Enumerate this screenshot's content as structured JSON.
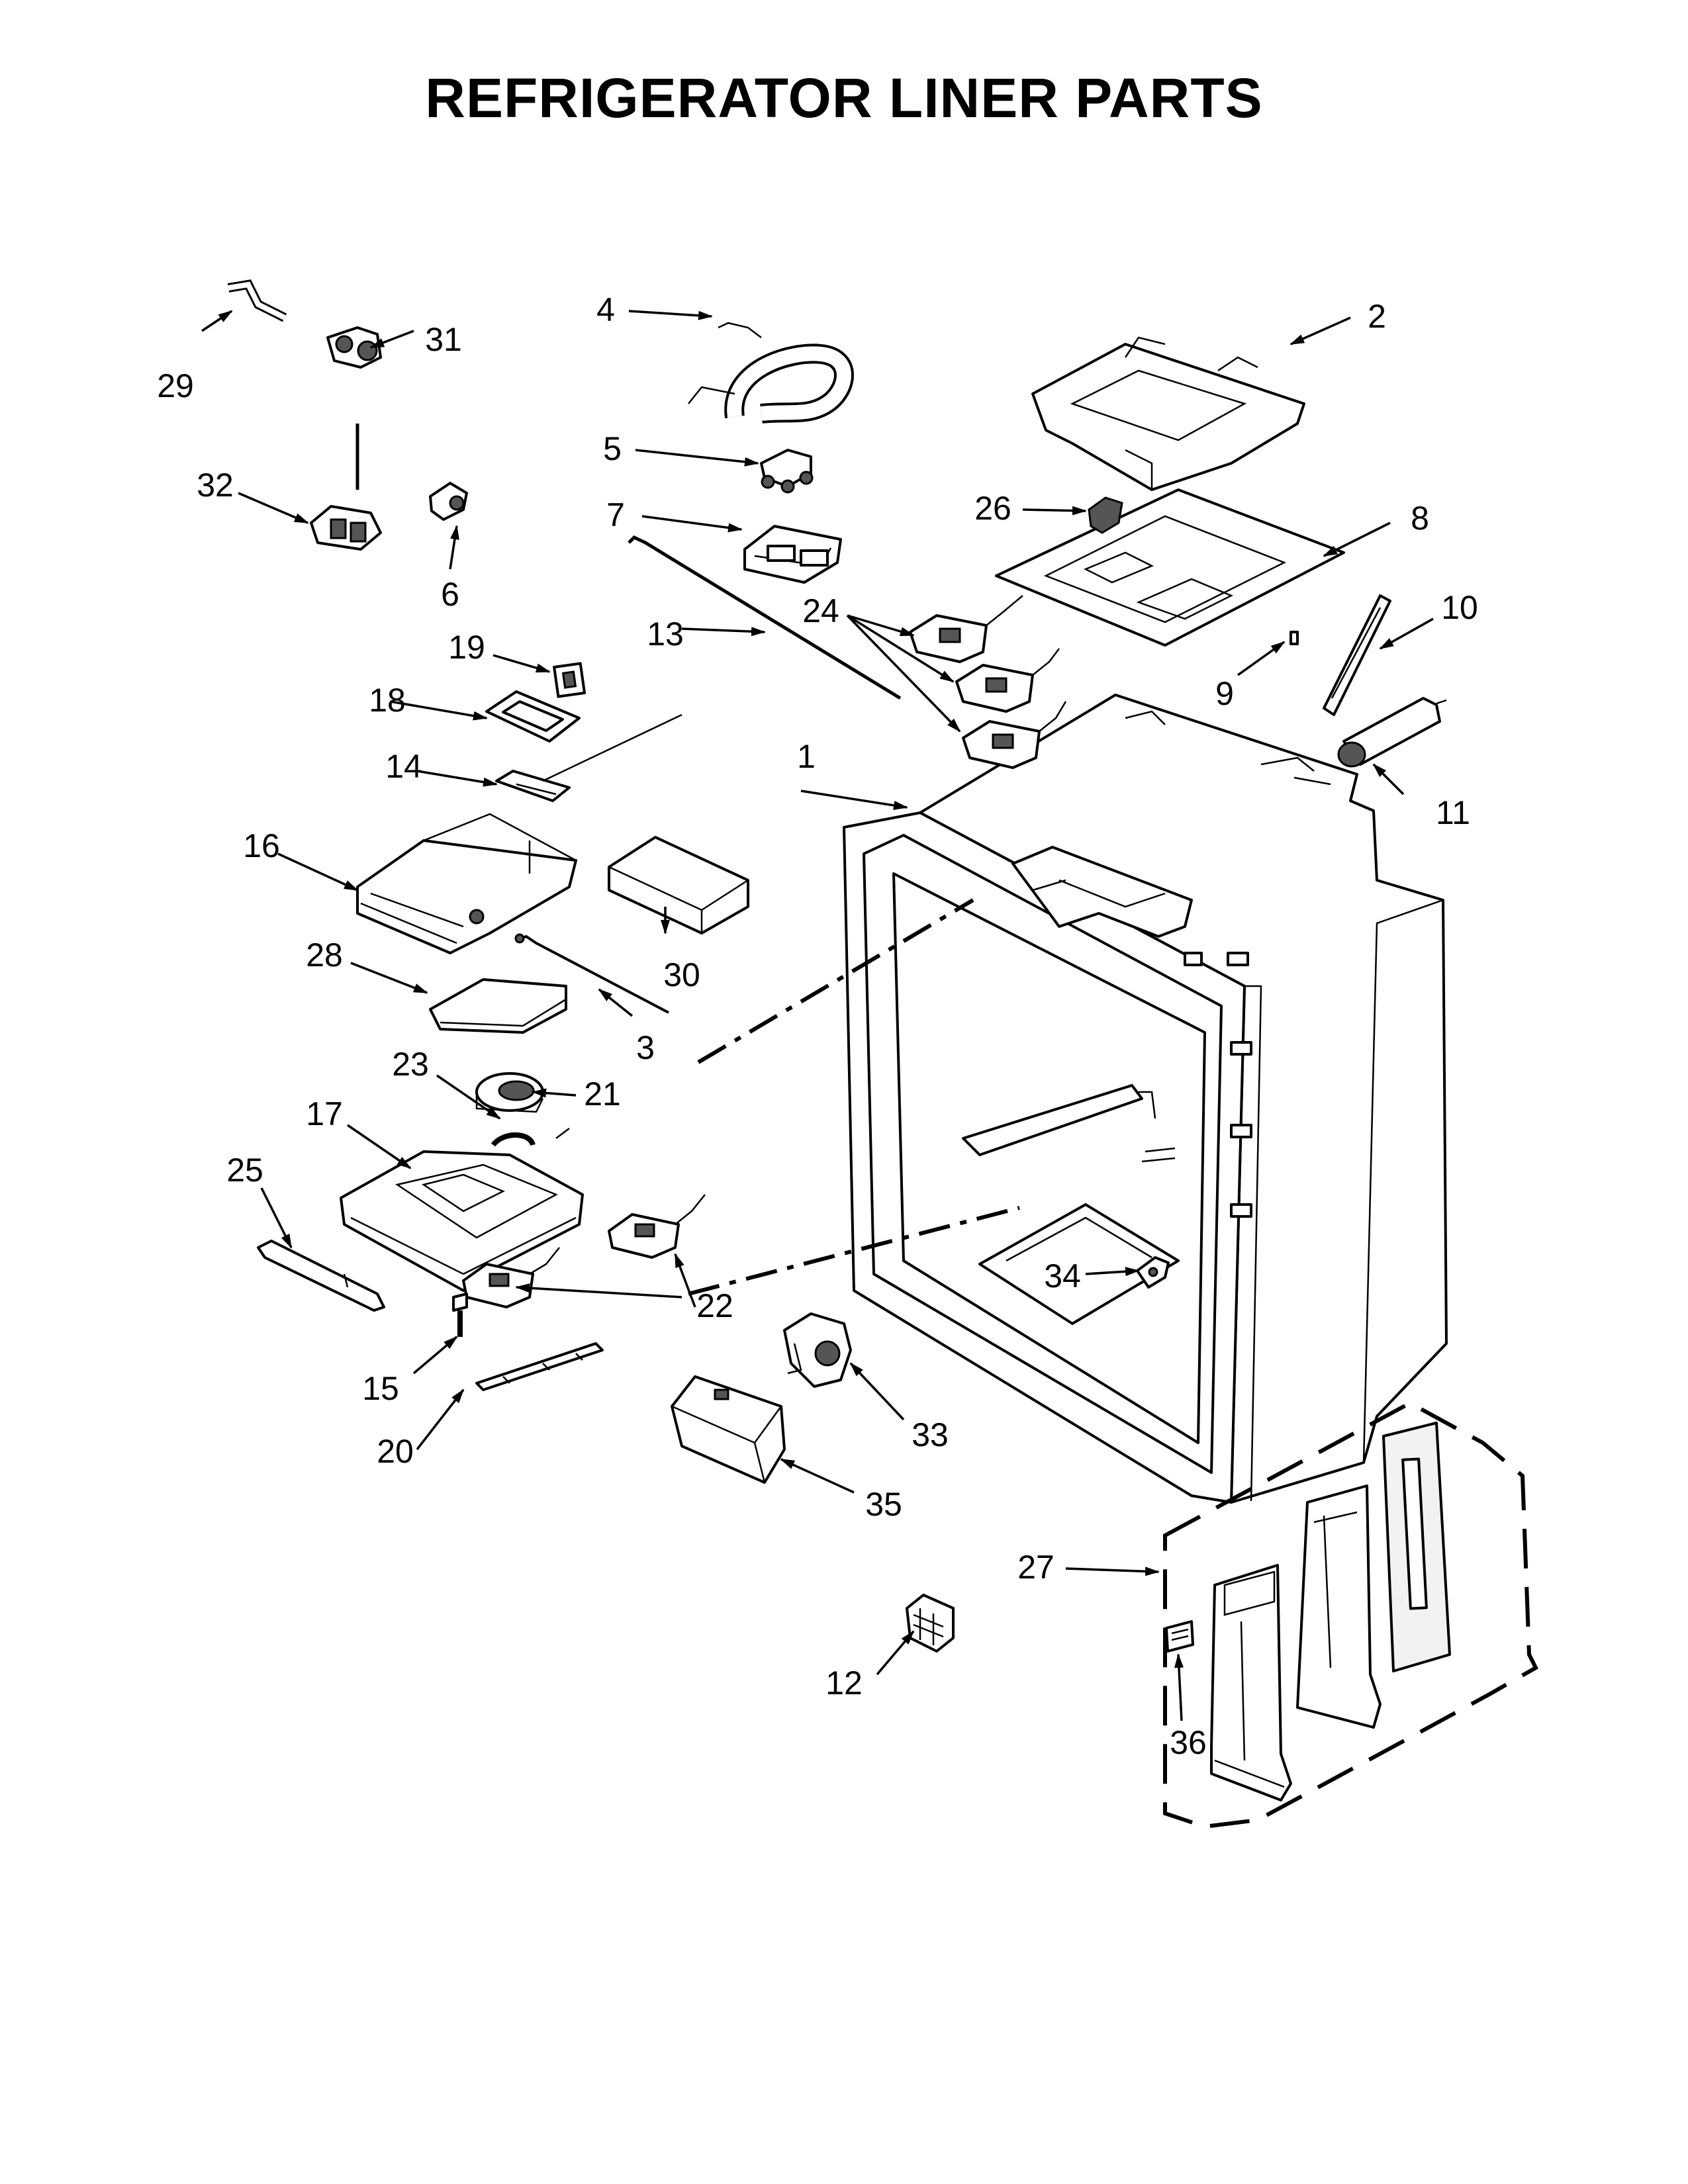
{
  "title": "REFRIGERATOR LINER PARTS",
  "part_labels": [
    "1",
    "2",
    "3",
    "4",
    "5",
    "6",
    "7",
    "8",
    "9",
    "10",
    "11",
    "12",
    "13",
    "14",
    "15",
    "16",
    "17",
    "18",
    "19",
    "20",
    "21",
    "22",
    "23",
    "24",
    "25",
    "26",
    "27",
    "28",
    "29",
    "30",
    "31",
    "32",
    "33",
    "34",
    "35",
    "36"
  ]
}
